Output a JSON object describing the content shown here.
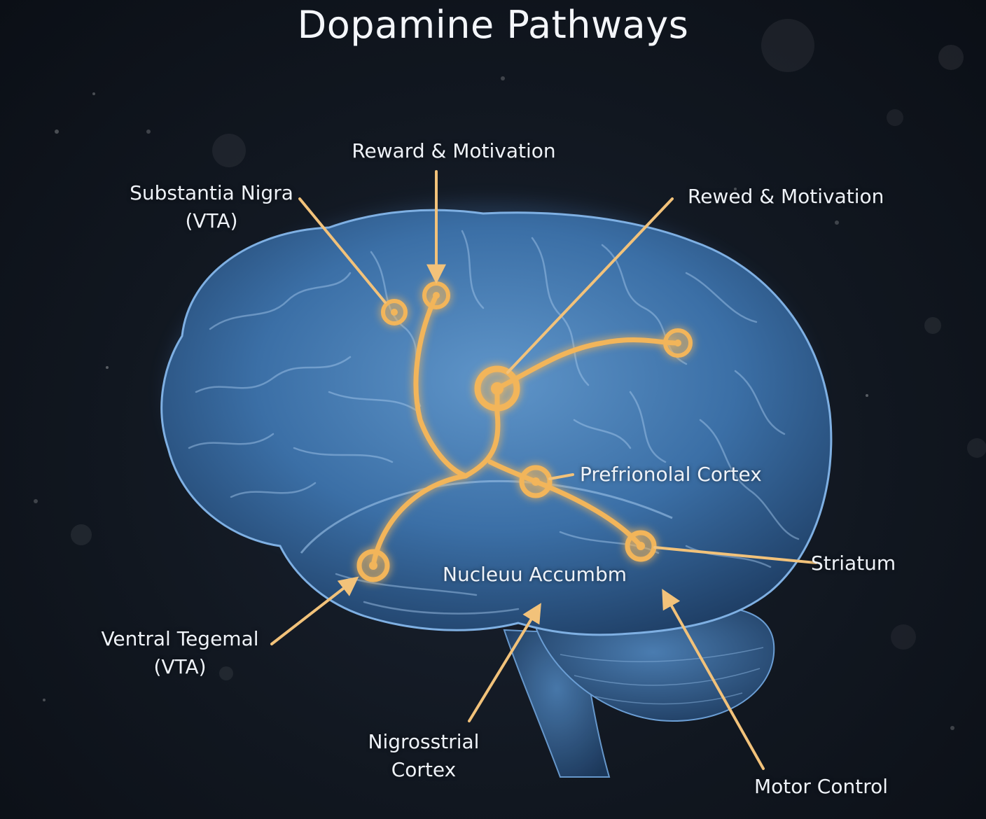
{
  "title": "Dopamine Pathways",
  "colors": {
    "pathway": "#f2b55a",
    "brain_fill": "#3b6fa6",
    "background": "#111720",
    "text": "#eef2f8"
  },
  "labels": {
    "reward_motivation_top": "Reward & Motivation",
    "substantia_nigra": "Substantia Nigra\n(VTA)",
    "rewed_motivation": "Rewed & Motivation",
    "prefrontal_cortex": "Prefrionolal Cortex",
    "striatum": "Striatum",
    "nucleus_accumbens": "Nucleuu Accumbm",
    "ventral_tegmental": "Ventral Tegemal\n(VTA)",
    "nigrostriatal_cortex": "Nigrosstrial\nCortex",
    "motor_control": "Motor Control"
  }
}
